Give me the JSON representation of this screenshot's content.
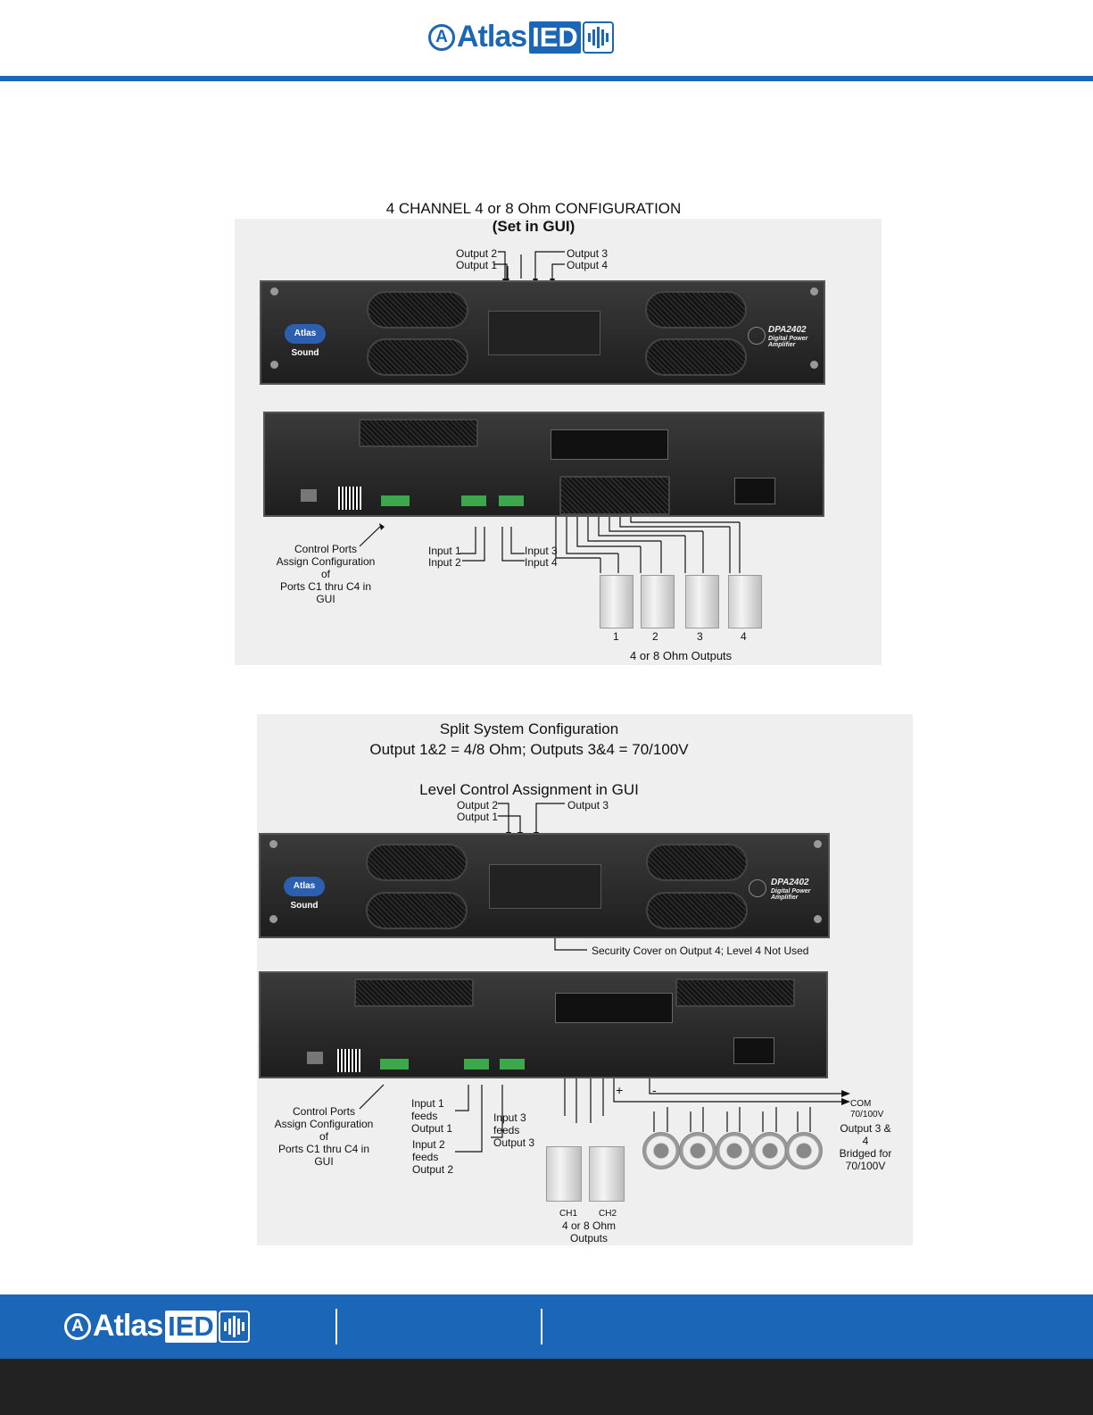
{
  "header": {
    "logo_word": "Atlas",
    "logo_ied": "IED",
    "logo_mark": "A"
  },
  "diagram1": {
    "title": "4 CHANNEL 4 or 8 Ohm CONFIGURATION",
    "subtitle": "(Set in GUI)",
    "out2": "Output 2",
    "out1": "Output 1",
    "out3": "Output 3",
    "out4": "Output 4",
    "ctrl1": "Control Ports",
    "ctrl2": "Assign Configuration of",
    "ctrl3": "Ports C1 thru C4 in GUI",
    "in1": "Input 1",
    "in2": "Input 2",
    "in3": "Input 3",
    "in4": "Input 4",
    "spk_nums": [
      "1",
      "2",
      "3",
      "4"
    ],
    "outputs_label": "4 or 8 Ohm Outputs",
    "model": "DPA2402",
    "model_sub": "Digital Power Amplifier",
    "brand": "Atlas Sound"
  },
  "diagram2": {
    "title1": "Split System Configuration",
    "title2": "Output 1&2 = 4/8 Ohm; Outputs 3&4 = 70/100V",
    "title3": "Level Control Assignment in GUI",
    "out2": "Output 2",
    "out1": "Output 1",
    "out3": "Output 3",
    "security": "Security Cover on Output 4; Level 4 Not Used",
    "ctrl1": "Control Ports",
    "ctrl2": "Assign Configuration of",
    "ctrl3": "Ports C1 thru C4 in GUI",
    "in1a": "Input 1",
    "in1b": "feeds",
    "in1c": "Output 1",
    "in2a": "Input 2",
    "in2b": "feeds",
    "in2c": "Output 2",
    "in3a": "Input 3",
    "in3b": "feeds",
    "in3c": "Output 3",
    "com": "COM",
    "v70": "70/100V",
    "bridged1": "Output 3 & 4",
    "bridged2": "Bridged for",
    "bridged3": "70/100V",
    "ch1": "CH1",
    "ch2": "CH2",
    "ohm1": "4 or 8 Ohm",
    "ohm2": "Outputs",
    "plus": "+",
    "minus": "-",
    "model": "DPA2402",
    "model_sub": "Digital Power Amplifier",
    "brand": "Atlas Sound"
  },
  "footer": {
    "logo_word": "Atlas",
    "logo_ied": "IED",
    "logo_mark": "A"
  }
}
